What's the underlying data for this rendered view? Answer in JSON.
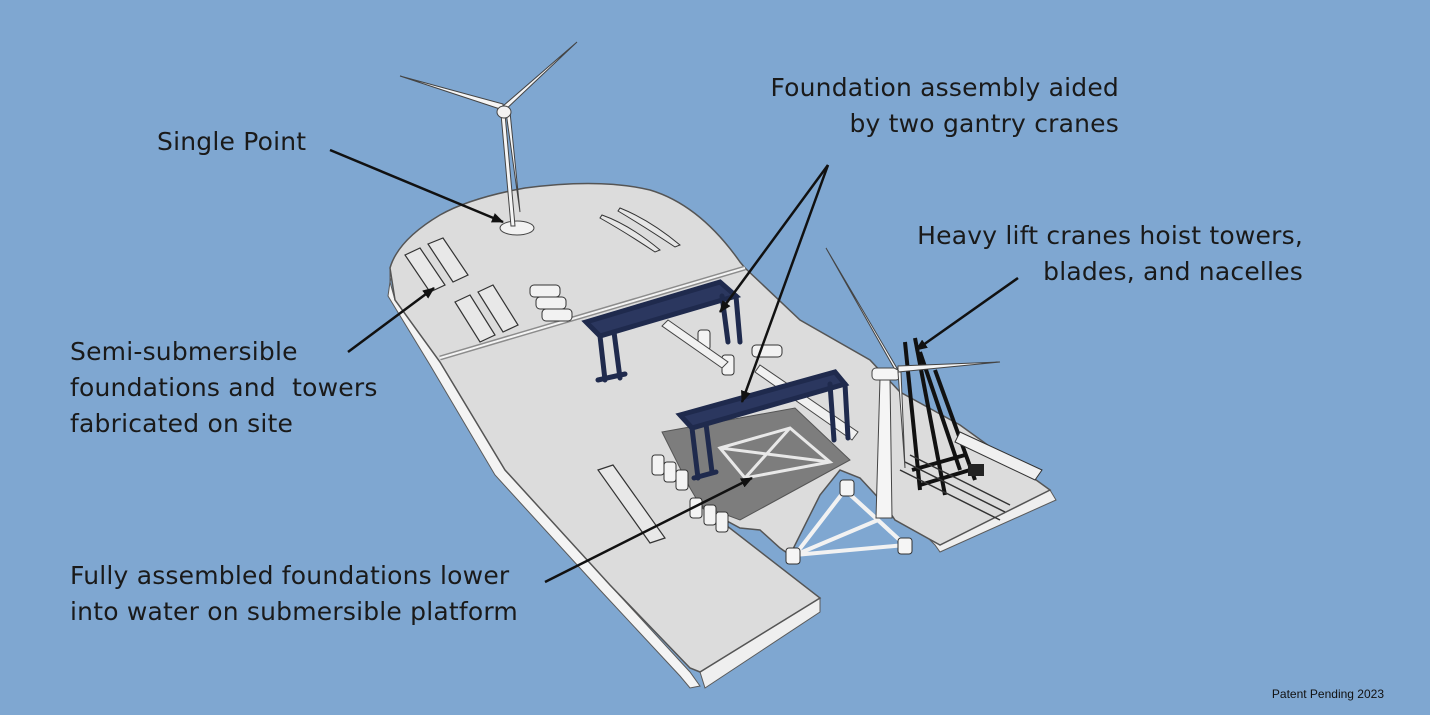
{
  "labels": {
    "single_point": "Single Point",
    "foundation_line1": "Foundation assembly aided",
    "foundation_line2": "by two gantry cranes",
    "heavy_line1": "Heavy lift cranes hoist towers,",
    "heavy_line2": "blades, and nacelles",
    "semi_line1": "Semi-submersible",
    "semi_line2": "foundations and  towers",
    "semi_line3": "fabricated on site",
    "fully_line1": "Fully assembled foundations lower",
    "fully_line2": "into water on submersible platform"
  },
  "footnote": "Patent Pending 2023",
  "colors": {
    "background": "#7fa7d1",
    "deck": "#dedede",
    "deck_edge": "#5c5c5c",
    "hull_side": "#f2f2f2",
    "gantry": "#1f2a4d",
    "platform": "#7e7e7e",
    "heavy_crane": "#111111",
    "arrow": "#111111"
  }
}
